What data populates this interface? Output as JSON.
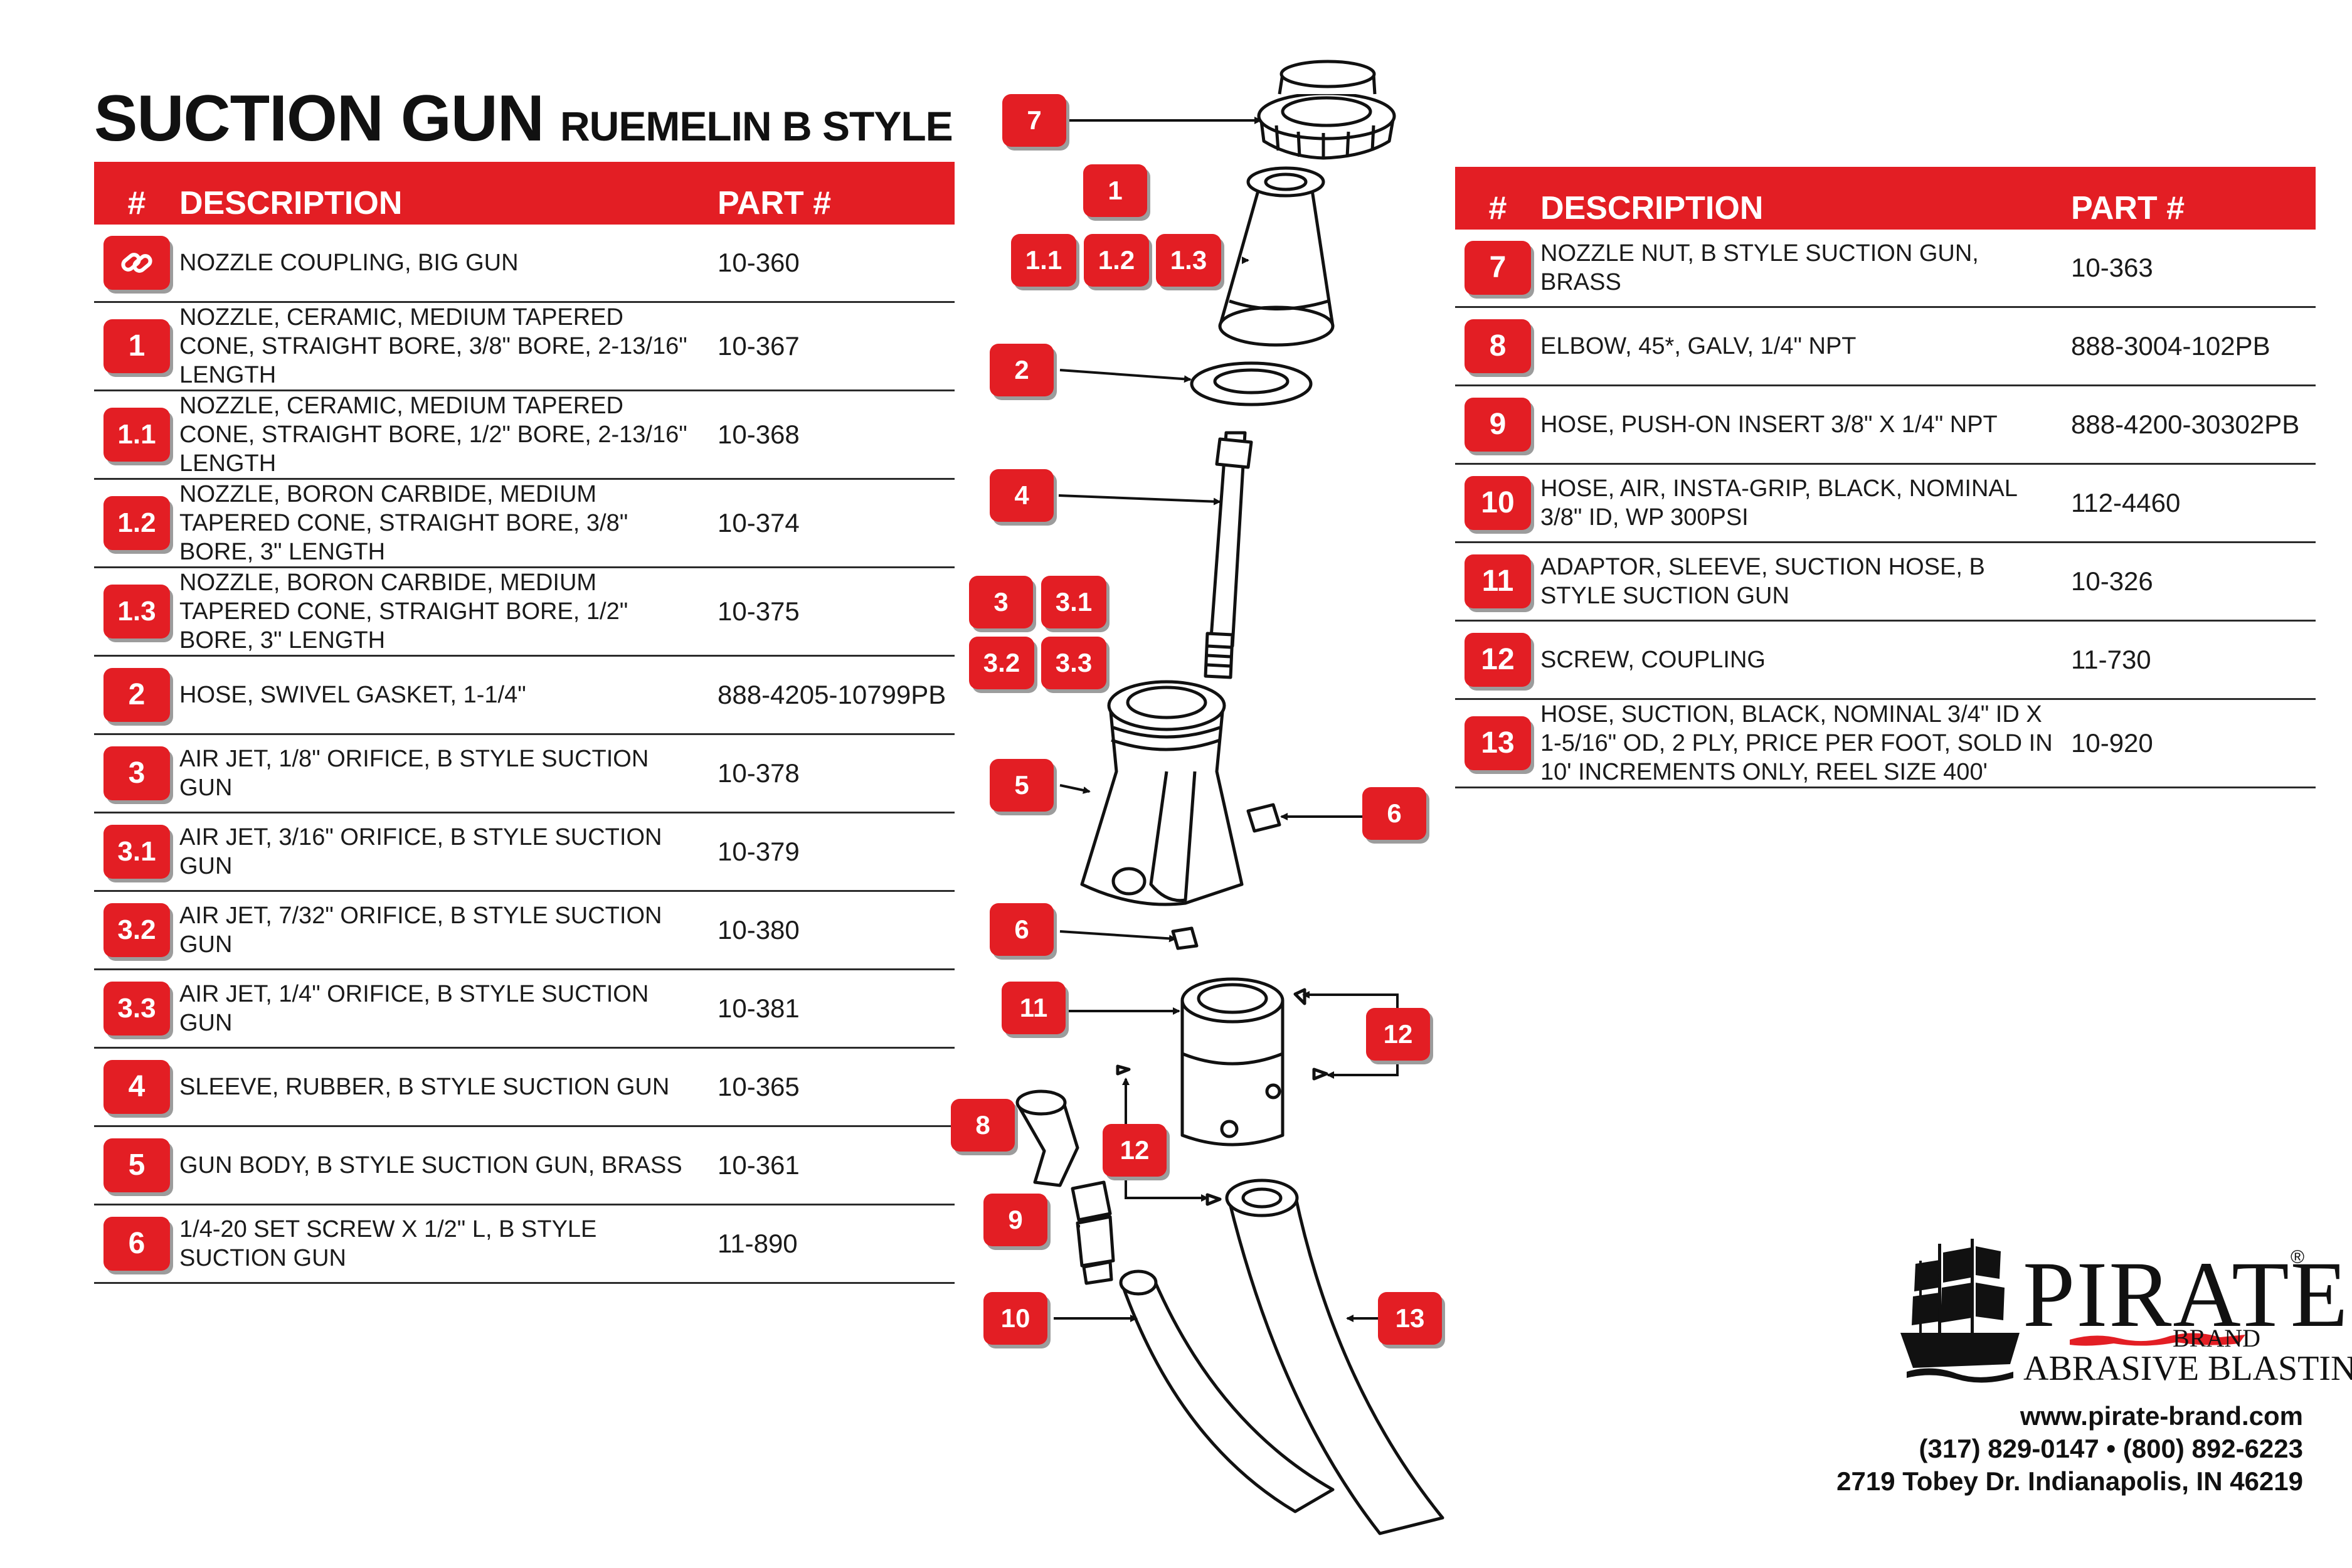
{
  "title": {
    "main": "SUCTION GUN",
    "sub": "RUEMELIN B STYLE"
  },
  "table_headers": {
    "num": "#",
    "description": "DESCRIPTION",
    "part": "PART #"
  },
  "left_table": [
    {
      "num": "",
      "icon": "link-icon",
      "description": "NOZZLE COUPLING, BIG GUN",
      "part": "10-360"
    },
    {
      "num": "1",
      "description": "NOZZLE, CERAMIC, MEDIUM TAPERED CONE, STRAIGHT BORE, 3/8\" BORE, 2-13/16\" LENGTH",
      "part": "10-367"
    },
    {
      "num": "1.1",
      "description": "NOZZLE, CERAMIC, MEDIUM TAPERED CONE, STRAIGHT BORE, 1/2\" BORE, 2-13/16\" LENGTH",
      "part": "10-368"
    },
    {
      "num": "1.2",
      "description": "NOZZLE, BORON CARBIDE, MEDIUM TAPERED CONE, STRAIGHT BORE, 3/8\" BORE, 3\" LENGTH",
      "part": "10-374"
    },
    {
      "num": "1.3",
      "description": "NOZZLE, BORON CARBIDE, MEDIUM TAPERED CONE, STRAIGHT BORE, 1/2\" BORE, 3\" LENGTH",
      "part": "10-375"
    },
    {
      "num": "2",
      "description": "HOSE, SWIVEL GASKET, 1-1/4\"",
      "part": "888-4205-10799PB"
    },
    {
      "num": "3",
      "description": "AIR JET, 1/8\" ORIFICE, B STYLE SUCTION GUN",
      "part": "10-378"
    },
    {
      "num": "3.1",
      "description": "AIR JET, 3/16\" ORIFICE, B STYLE SUCTION GUN",
      "part": "10-379"
    },
    {
      "num": "3.2",
      "description": "AIR JET, 7/32\" ORIFICE, B STYLE SUCTION GUN",
      "part": "10-380"
    },
    {
      "num": "3.3",
      "description": "AIR JET, 1/4\" ORIFICE, B STYLE SUCTION GUN",
      "part": "10-381"
    },
    {
      "num": "4",
      "description": "SLEEVE, RUBBER, B STYLE SUCTION GUN",
      "part": "10-365"
    },
    {
      "num": "5",
      "description": "GUN BODY, B STYLE SUCTION GUN, BRASS",
      "part": "10-361"
    },
    {
      "num": "6",
      "description": "1/4-20 SET SCREW x 1/2\" L, B STYLE SUCTION GUN",
      "part": "11-890"
    }
  ],
  "right_table": [
    {
      "num": "7",
      "description": "NOZZLE NUT, B STYLE SUCTION GUN, BRASS",
      "part": "10-363"
    },
    {
      "num": "8",
      "description": "ELBOW, 45*, GALV, 1/4\" NPT",
      "part": "888-3004-102PB"
    },
    {
      "num": "9",
      "description": "HOSE, PUSH-ON INSERT 3/8\" x 1/4\" NPT",
      "part": "888-4200-30302PB"
    },
    {
      "num": "10",
      "description": "HOSE, AIR, INSTA-GRIP, BLACK, NOMINAL 3/8\" ID, WP 300PSI",
      "part": "112-4460"
    },
    {
      "num": "11",
      "description": "ADAPTOR, SLEEVE, SUCTION HOSE, B STYLE SUCTION GUN",
      "part": "10-326"
    },
    {
      "num": "12",
      "description": "SCREW, COUPLING",
      "part": "11-730"
    },
    {
      "num": "13",
      "description": "HOSE, SUCTION, BLACK, NOMINAL 3/4\" ID x 1-5/16\" OD, 2 PLY, PRICE PER FOOT, SOLD IN 10' INCREMENTS ONLY, REEL SIZE 400'",
      "part": "10-920"
    }
  ],
  "callouts": [
    "7",
    "1",
    "1.1",
    "1.2",
    "1.3",
    "2",
    "4",
    "3",
    "3.1",
    "3.2",
    "3.3",
    "5",
    "6",
    "6",
    "11",
    "12",
    "12",
    "8",
    "9",
    "10",
    "13"
  ],
  "logo": {
    "word": "PIRATE",
    "registered": "®",
    "brand": "BRAND",
    "tagline": "ABRASIVE BLASTING"
  },
  "contact": {
    "website": "www.pirate-brand.com",
    "phones": "(317) 829-0147 • (800) 892-6223",
    "address": "2719 Tobey Dr. Indianapolis, IN 46219"
  },
  "colors": {
    "accent": "#e31e24",
    "text": "#1a1a1a",
    "rule": "#2b2b2b"
  }
}
